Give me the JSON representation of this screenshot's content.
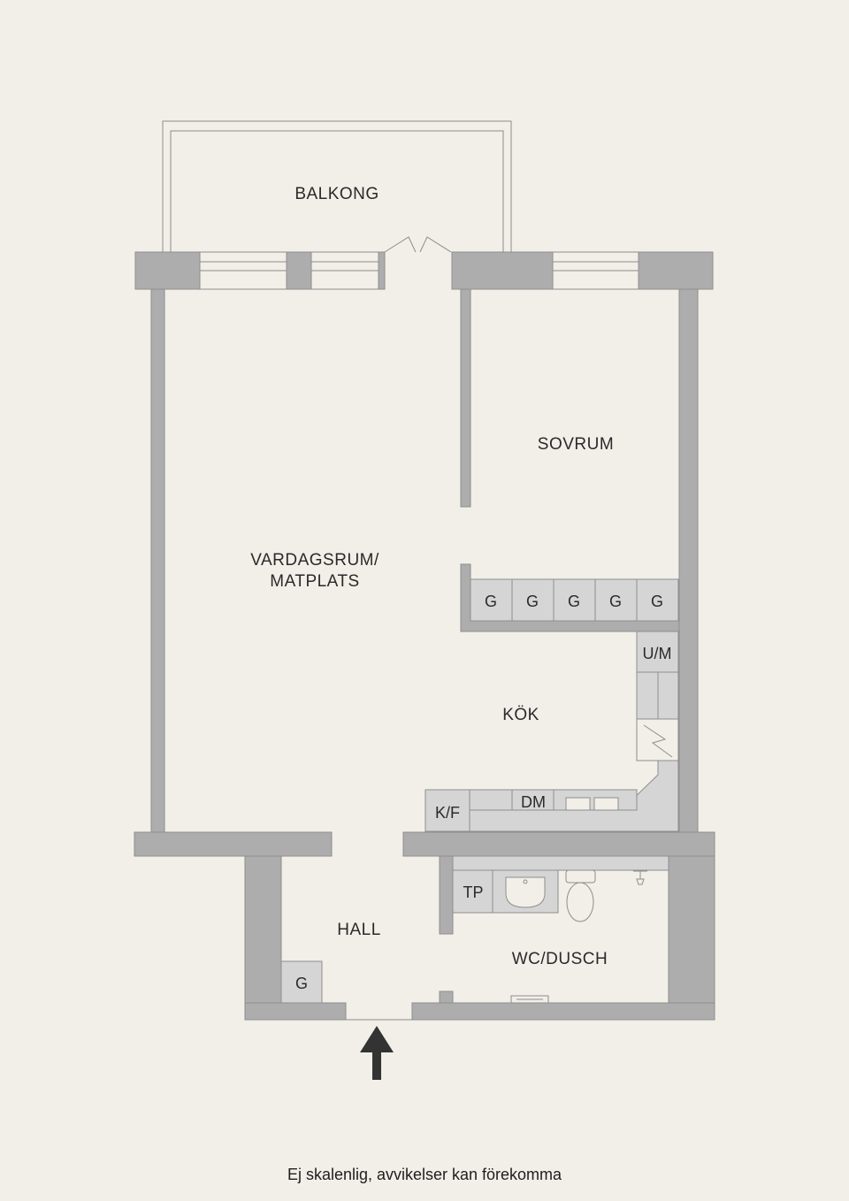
{
  "rooms": {
    "balcony": "BALKONG",
    "bedroom": "SOVRUM",
    "living_line1": "VARDAGSRUM/",
    "living_line2": "MATPLATS",
    "kitchen": "KÖK",
    "hall": "HALL",
    "bathroom": "WC/DUSCH"
  },
  "fixtures": {
    "wardrobe": "G",
    "fridge_freezer": "K/F",
    "dishwasher": "DM",
    "oven_micro": "U/M",
    "washer": "TP",
    "hall_wardrobe": "G"
  },
  "disclaimer": "Ej skalenlig, avvikelser kan förekomma",
  "colors": {
    "background": "#f2eee8",
    "wall": "#aeadad",
    "fixture": "#d6d5d5",
    "arrow": "#333333"
  }
}
